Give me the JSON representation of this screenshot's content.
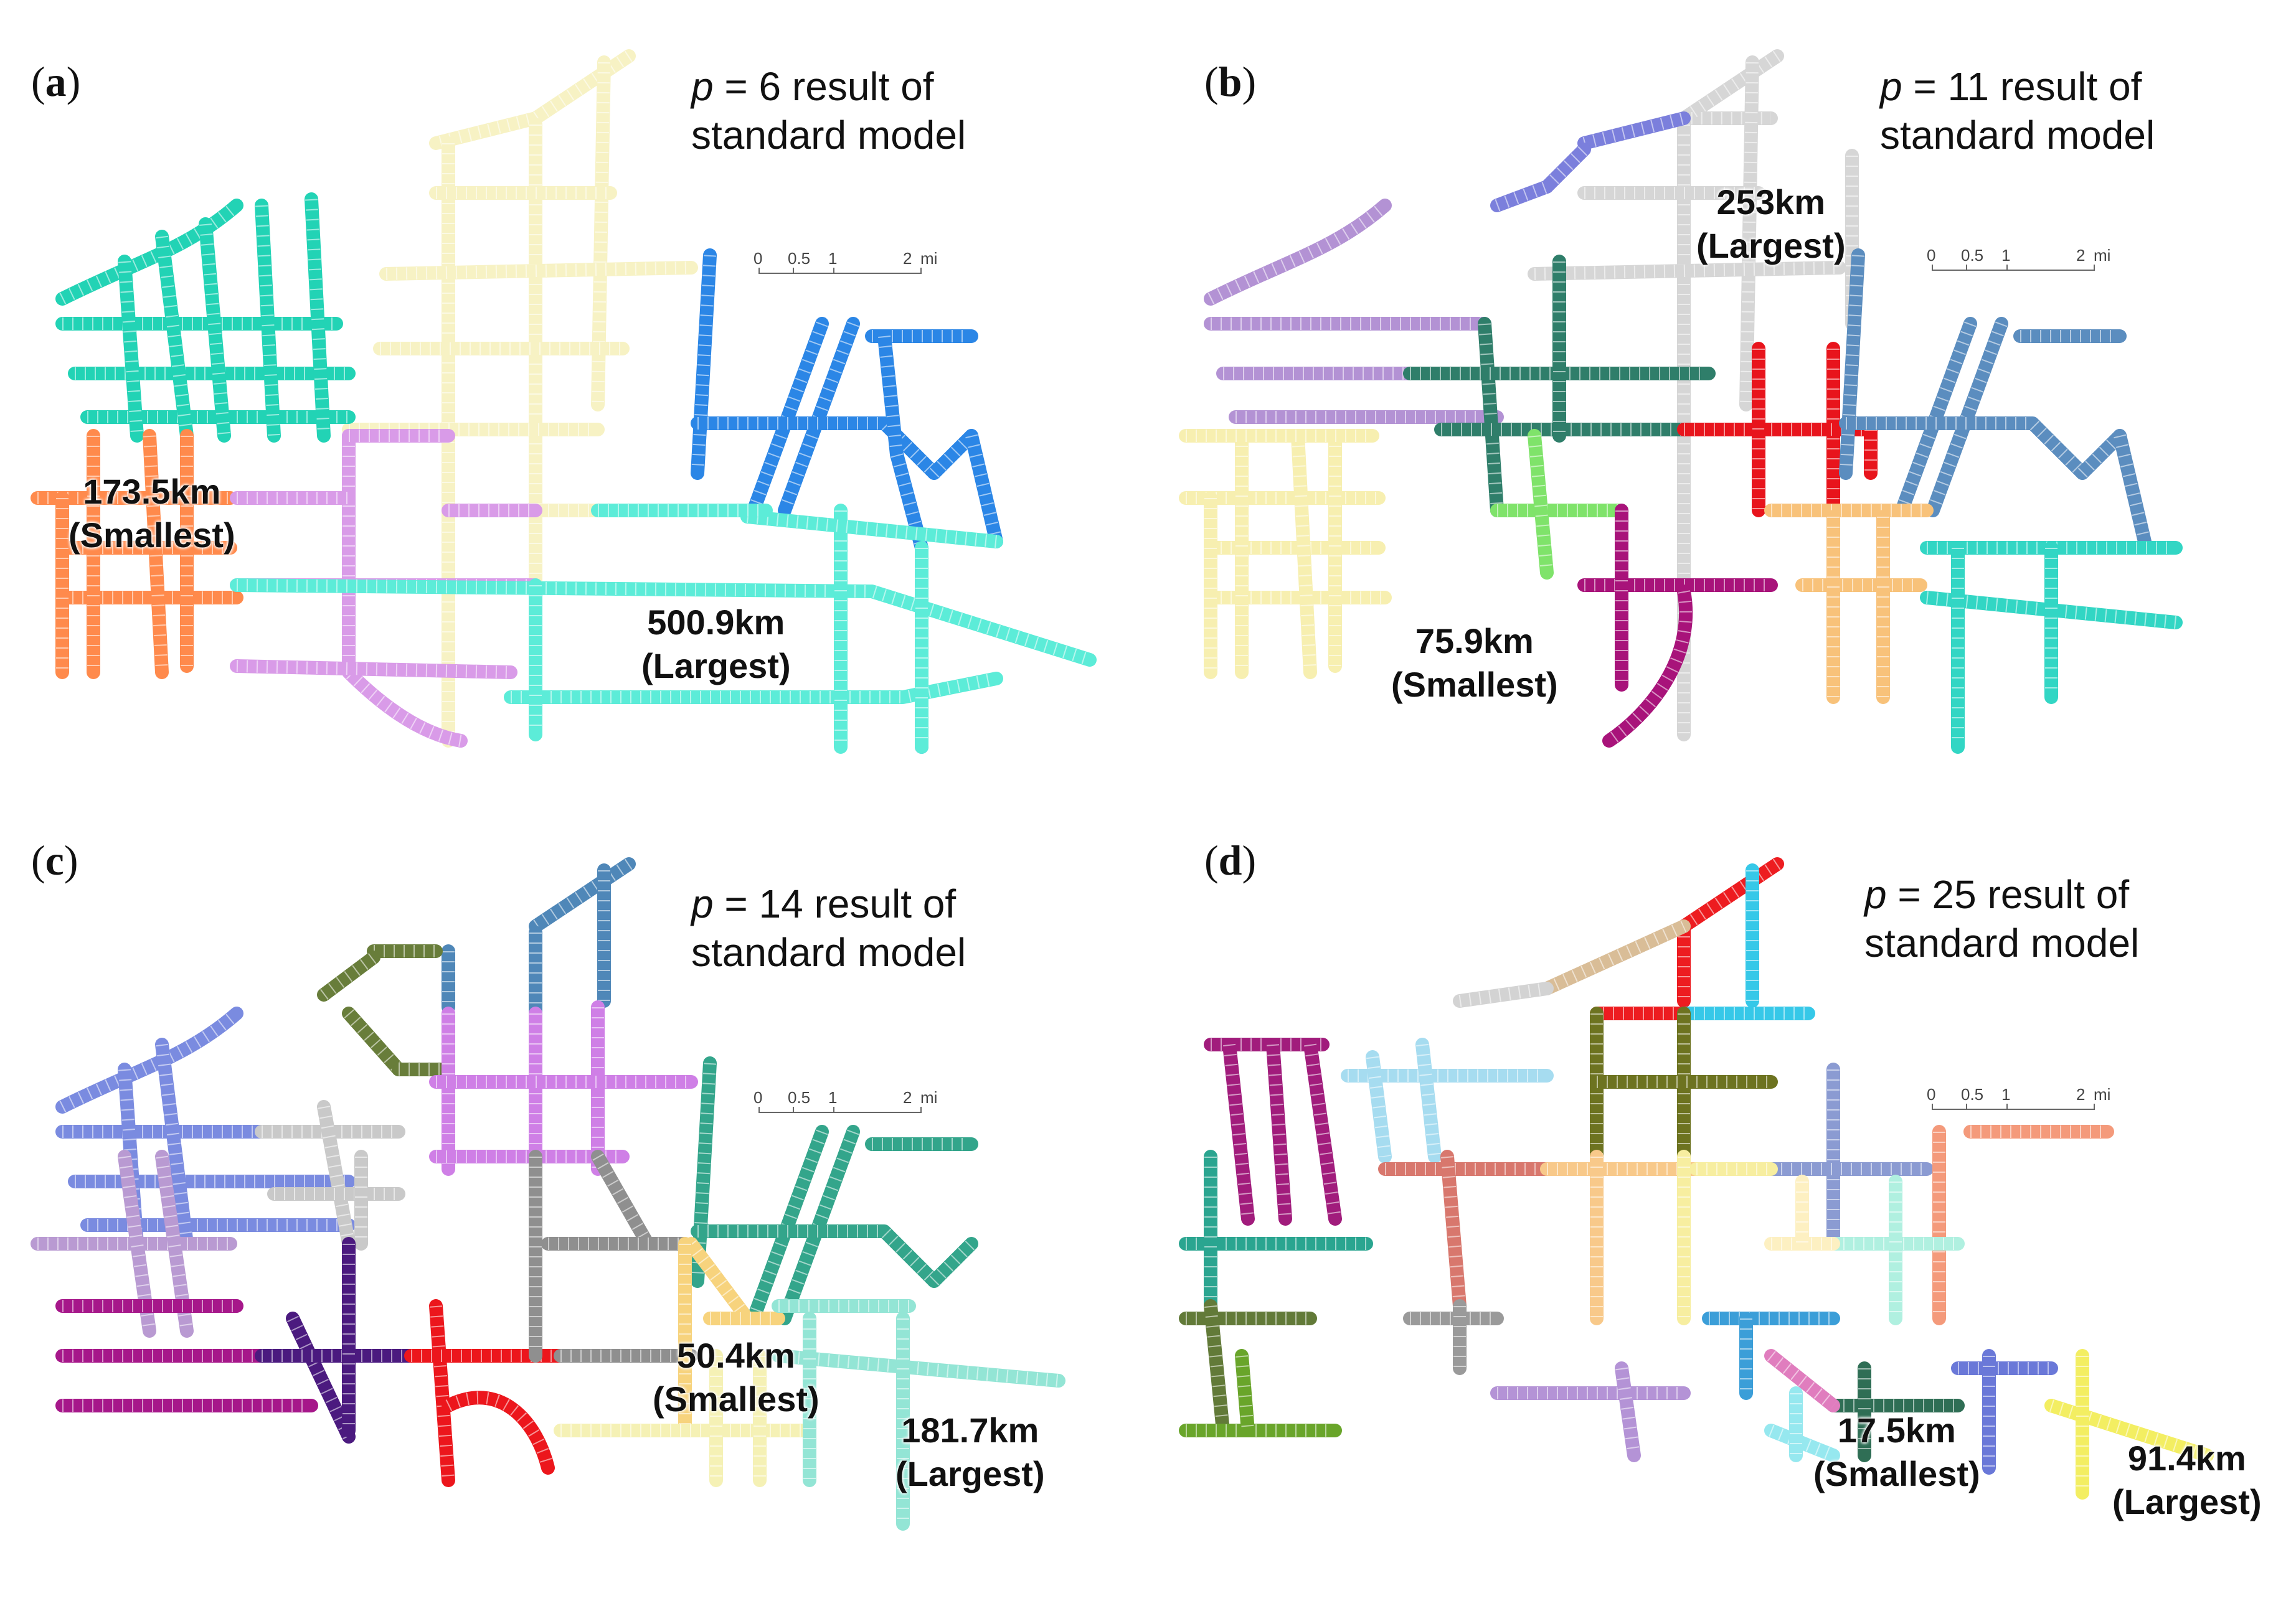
{
  "panels": [
    {
      "id": "a",
      "letter": "a",
      "title_p": "p",
      "title_eq": " = 6 result of",
      "title_line2": "standard model",
      "callouts": [
        {
          "key": "smallest",
          "value": "173.5km",
          "tag": "(Smallest)"
        },
        {
          "key": "largest",
          "value": "500.9km",
          "tag": "(Largest)"
        }
      ],
      "district_colors": [
        "#22d3b5",
        "#f7f2c4",
        "#2b86e6",
        "#ff8a4c",
        "#d99be8",
        "#5cecd8"
      ]
    },
    {
      "id": "b",
      "letter": "b",
      "title_p": "p",
      "title_eq": " = 11 result of",
      "title_line2": "standard model",
      "callouts": [
        {
          "key": "largest",
          "value": "253km",
          "tag": "(Largest)"
        },
        {
          "key": "smallest",
          "value": "75.9km",
          "tag": "(Smallest)"
        }
      ],
      "district_colors": [
        "#7b7fdc",
        "#b392d4",
        "#d6d6d6",
        "#2f7e6a",
        "#e8141c",
        "#5b8dbf",
        "#f7efb0",
        "#7fe36a",
        "#a8137a",
        "#f8c27a",
        "#32d6c4"
      ]
    },
    {
      "id": "c",
      "letter": "c",
      "title_p": "p",
      "title_eq": " = 14 result of",
      "title_line2": "standard model",
      "callouts": [
        {
          "key": "smallest",
          "value": "50.4km",
          "tag": "(Smallest)"
        },
        {
          "key": "largest",
          "value": "181.7km",
          "tag": "(Largest)"
        }
      ],
      "district_colors": [
        "#4f87b8",
        "#687d3a",
        "#7a8be0",
        "#c9c9c9",
        "#cf7fe6",
        "#33a58b",
        "#b99ad2",
        "#a6178a",
        "#4b1a7f",
        "#ec161c",
        "#8f8f8f",
        "#f7d37d",
        "#f5f1b5",
        "#93e5d5"
      ]
    },
    {
      "id": "d",
      "letter": "d",
      "title_p": "p",
      "title_eq": " = 25 result of",
      "title_line2": "standard model",
      "callouts": [
        {
          "key": "smallest",
          "value": "17.5km",
          "tag": "(Smallest)"
        },
        {
          "key": "largest",
          "value": "91.4km",
          "tag": "(Largest)"
        }
      ],
      "district_colors": [
        "#ed1c20",
        "#36c8e8",
        "#d9bd97",
        "#d3d3d3",
        "#a11c7c",
        "#a6dcf0",
        "#6d7320",
        "#8b9bd2",
        "#f49a7b",
        "#2aa590",
        "#d8776d",
        "#f8c98a",
        "#b0f0e0",
        "#f7eea0",
        "#627a38",
        "#69a52a",
        "#9a9a9a",
        "#b493d6",
        "#2f6e55",
        "#6a78d8",
        "#f3ee62",
        "#3b9ed8",
        "#e07dbe",
        "#fdf0c2",
        "#96e8ef"
      ]
    }
  ],
  "scale_bar": {
    "labels": [
      "0",
      "0.5",
      "1",
      "2"
    ],
    "unit": "mi"
  }
}
